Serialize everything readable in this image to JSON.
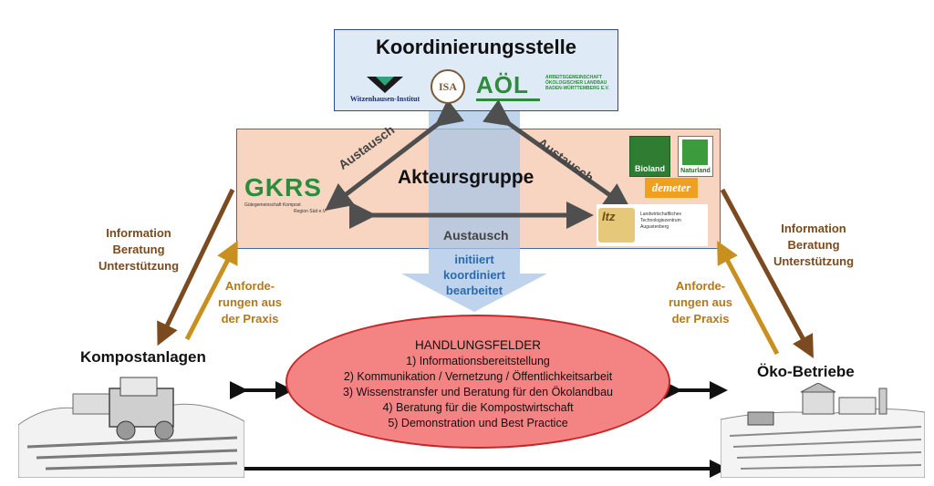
{
  "koordinierungsstelle": {
    "title": "Koordinierungsstelle",
    "logos": {
      "witzenhausen": "Witzenhausen-Institut",
      "isa": "ISA",
      "aoel": "AÖL",
      "aoel_subtitle": [
        "ARBEITSGEMEINSCHAFT",
        "ÖKOLOGISCHER LANDBAU",
        "BADEN-WÜRTTEMBERG E.V."
      ]
    }
  },
  "akteursgruppe": {
    "title": "Akteursgruppe",
    "exchange_left": "Austausch",
    "exchange_right": "Austausch",
    "exchange_bottom": "Austausch",
    "logos": {
      "gkrs": "GKRS",
      "gkrs_subtitle": [
        "Gütegemeinschaft Kompost",
        "Region Süd e.V."
      ],
      "bioland": "Bioland",
      "naturland": "Naturland",
      "demeter": "demeter",
      "ltz": "ltz",
      "ltz_subtitle": [
        "Landwirtschaftliches",
        "Technologiezentrum",
        "Augustenberg"
      ]
    }
  },
  "flow_label": [
    "initiiert",
    "koordiniert",
    "bearbeitet"
  ],
  "left": {
    "info": [
      "Information",
      "Beratung",
      "Unterstützung"
    ],
    "requirements": [
      "Anforde-",
      "rungen aus",
      "der Praxis"
    ],
    "actor": "Kompostanlagen"
  },
  "right": {
    "info": [
      "Information",
      "Beratung",
      "Unterstützung"
    ],
    "requirements": [
      "Anforde-",
      "rungen aus",
      "der Praxis"
    ],
    "actor": "Öko-Betriebe"
  },
  "handlungsfelder": {
    "title": "HANDLUNGSFELDER",
    "items": [
      "1) Informationsbereitstellung",
      "2) Kommunikation / Vernetzung / Öffentlichkeitsarbeit",
      "3) Wissenstransfer und Beratung für den Ökolandbau",
      "4) Beratung für die Kompostwirtschaft",
      "5) Demonstration und Best Practice"
    ]
  },
  "colors": {
    "koord_bg": "#dfeaf7",
    "akteur_bg": "#f8d5c0",
    "handlungsfelder_bg": "#f48383",
    "arrow_grey": "#4f4f4f",
    "arrow_brown": "#7b4a1f",
    "arrow_gold": "#c8901e",
    "flow_blue": "#a9c4e6",
    "flow_text": "#2a6ab0"
  }
}
